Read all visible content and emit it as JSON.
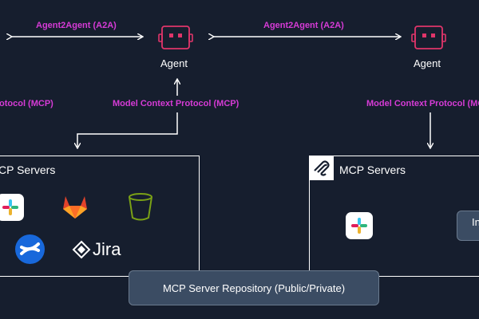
{
  "labels": {
    "a2a_left": "Agent2Agent (A2A)",
    "a2a_right": "Agent2Agent (A2A)",
    "mcp_left_partial": "otocol (MCP)",
    "mcp_center": "Model Context Protocol (MCP)",
    "mcp_right": "Model Context Protocol (MCP)"
  },
  "agents": [
    {
      "label": "Agent"
    },
    {
      "label": "Agent"
    }
  ],
  "left_box": {
    "title": "CP Servers",
    "tools": [
      "slack-logo",
      "gitlab-logo",
      "s3-bucket-icon",
      "confluence-logo",
      "jira-logo"
    ],
    "jira_text": "Jira"
  },
  "right_box": {
    "title": "MCP Servers",
    "tools": [
      "slack-logo"
    ],
    "partial_badge_text": "In"
  },
  "repo": {
    "label": "MCP Server Repository (Public/Private)"
  },
  "colors": {
    "background": "#161e2e",
    "protocol_label": "#d63bd6",
    "agent_icon": "#e0356a",
    "repo_fill": "#3b4c63",
    "gitlab": "#e2432a",
    "s3": "#7aa116",
    "confluence": "#1868db"
  }
}
